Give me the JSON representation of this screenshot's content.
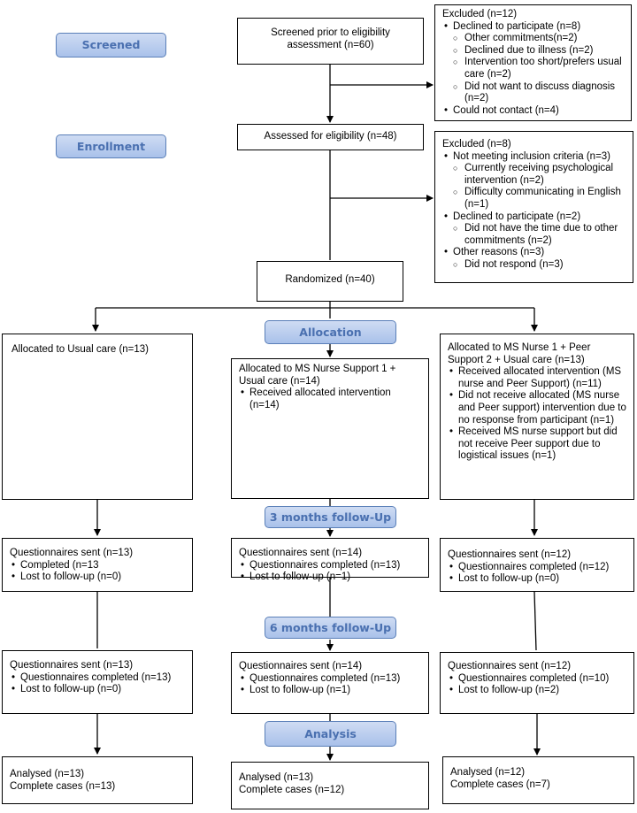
{
  "stages": {
    "screened": "Screened",
    "enrollment": "Enrollment",
    "allocation": "Allocation",
    "followup3": "3 months follow-Up",
    "followup6": "6 months follow-Up",
    "analysis": "Analysis"
  },
  "screened_box": "Screened prior to eligibility assessment (n=60)",
  "excluded1": {
    "title": "Excluded (n=12)",
    "declined": "Declined to participate (n=8)",
    "declined_reasons": [
      "Other commitments(n=2)",
      "Declined due to illness (n=2)",
      "Intervention too short/prefers usual care (n=2)",
      "Did not want to discuss diagnosis (n=2)"
    ],
    "contact": "Could not contact (n=4)"
  },
  "eligibility_box": "Assessed for eligibility (n=48)",
  "excluded2": {
    "title": "Excluded (n=8)",
    "criteria": "Not meeting inclusion criteria (n=3)",
    "criteria_reasons": [
      "Currently receiving psychological intervention (n=2)",
      "Difficulty communicating in English (n=1)"
    ],
    "declined": "Declined to participate (n=2)",
    "declined_reasons": [
      "Did not have the time due to other commitments (n=2)"
    ],
    "other": "Other reasons (n=3)",
    "other_reasons": [
      "Did not respond (n=3)"
    ]
  },
  "randomized_box": "Randomized (n=40)",
  "arms": {
    "left": {
      "allocated": "Allocated to Usual care (n=13)",
      "fu3": {
        "title": "Questionnaires sent (n=13)",
        "items": [
          "Completed (n=13",
          "Lost to follow-up (n=0)"
        ]
      },
      "fu6": {
        "title": "Questionnaires sent (n=13)",
        "items": [
          "Questionnaires completed (n=13)",
          "Lost to follow-up (n=0)"
        ]
      },
      "analysed": "Analysed (n=13)",
      "complete": "Complete cases (n=13)"
    },
    "middle": {
      "allocated": "Allocated to MS Nurse Support 1 + Usual care (n=14)",
      "allocated_items": [
        "Received allocated intervention (n=14)"
      ],
      "fu3": {
        "title": "Questionnaires sent (n=14)",
        "items": [
          "Questionnaires completed (n=13)",
          "Lost to follow-up (n=1)"
        ]
      },
      "fu6": {
        "title": "Questionnaires sent (n=14)",
        "items": [
          "Questionnaires completed (n=13)",
          "Lost to follow-up (n=1)"
        ]
      },
      "analysed": "Analysed (n=13)",
      "complete": "Complete cases (n=12)"
    },
    "right": {
      "allocated": "Allocated to MS Nurse 1 + Peer Support 2 + Usual care (n=13)",
      "allocated_items": [
        "Received allocated intervention (MS nurse and Peer Support) (n=11)",
        "Did not receive allocated (MS nurse and Peer support) intervention due to no response from participant (n=1)",
        "Received MS nurse support but did not receive Peer support due to logistical issues (n=1)"
      ],
      "fu3": {
        "title": "Questionnaires sent (n=12)",
        "items": [
          "Questionnaires completed (n=12)",
          "Lost to follow-up (n=0)"
        ]
      },
      "fu6": {
        "title": "Questionnaires sent (n=12)",
        "items": [
          "Questionnaires completed (n=10)",
          "Lost to follow-up (n=2)"
        ]
      },
      "analysed": "Analysed (n=12)",
      "complete": "Complete cases (n=7)"
    }
  }
}
